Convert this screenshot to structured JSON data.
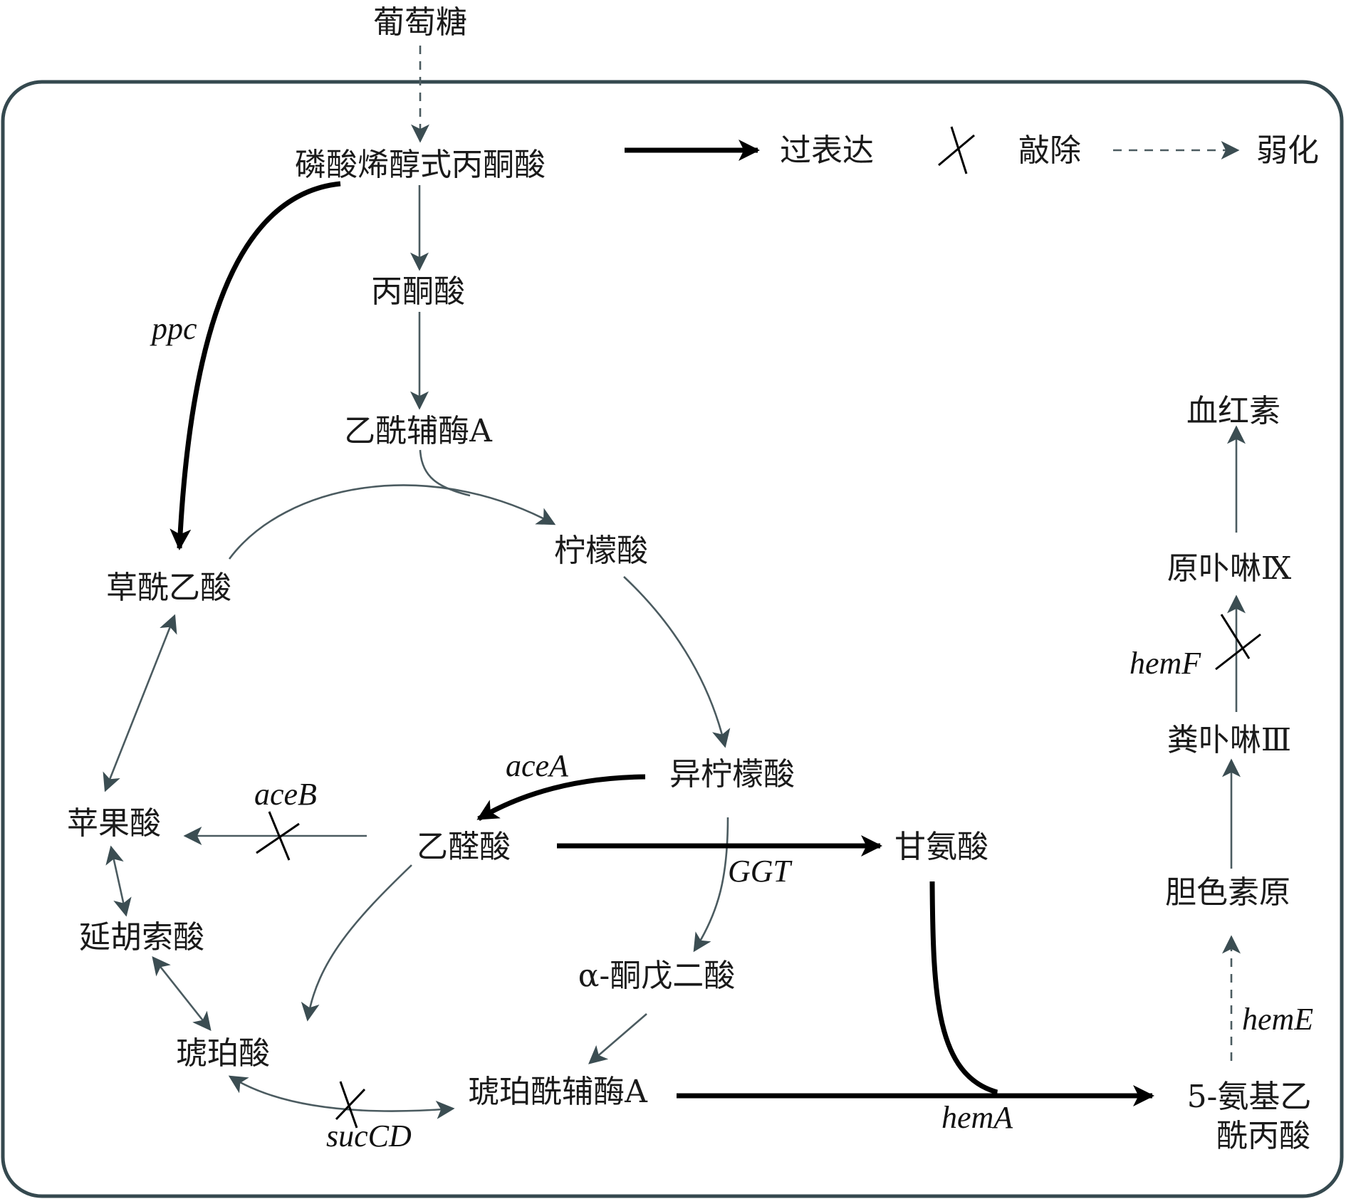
{
  "diagram": {
    "outside": {
      "glucose": "葡萄糖"
    },
    "legend": {
      "overexpression": "过表达",
      "knockout": "敲除",
      "attenuation": "弱化"
    },
    "metabolites": {
      "pep": "磷酸烯醇式丙酮酸",
      "pyruvate": "丙酮酸",
      "acetyl_coa": "乙酰辅酶A",
      "citrate": "柠檬酸",
      "oxaloacetate": "草酰乙酸",
      "isocitrate": "异柠檬酸",
      "malate": "苹果酸",
      "glyoxylate": "乙醛酸",
      "glycine": "甘氨酸",
      "fumarate": "延胡索酸",
      "akg": "α-酮戊二酸",
      "succinate": "琥珀酸",
      "succinyl_coa": "琥珀酰辅酶A",
      "ala_line1": "5-氨基乙",
      "ala_line2": "酰丙酸",
      "heme": "血红素",
      "protoporphyrin": "原卟啉Ⅸ",
      "coproporphyrin": "粪卟啉Ⅲ",
      "porphobilinogen": "胆色素原"
    },
    "genes": {
      "ppc": "ppc",
      "aceA": "aceA",
      "aceB": "aceB",
      "GGT": "GGT",
      "sucCD": "sucCD",
      "hemA": "hemA",
      "hemE": "hemE",
      "hemF": "hemF"
    },
    "edges": [
      {
        "from": "glucose",
        "to": "pep",
        "type": "attenuated"
      },
      {
        "from": "pep",
        "to": "pyruvate",
        "type": "normal"
      },
      {
        "from": "pyruvate",
        "to": "acetyl_coa",
        "type": "normal"
      },
      {
        "from": "pep",
        "to": "oxaloacetate",
        "type": "overexpressed",
        "gene": "ppc"
      },
      {
        "from": "acetyl_coa",
        "to": "citrate",
        "type": "normal"
      },
      {
        "from": "oxaloacetate",
        "to": "citrate",
        "type": "normal"
      },
      {
        "from": "citrate",
        "to": "isocitrate",
        "type": "normal"
      },
      {
        "from": "isocitrate",
        "to": "glyoxylate",
        "type": "overexpressed",
        "gene": "aceA"
      },
      {
        "from": "isocitrate",
        "to": "akg",
        "type": "normal"
      },
      {
        "from": "glyoxylate",
        "to": "malate",
        "type": "knockout",
        "gene": "aceB"
      },
      {
        "from": "glyoxylate",
        "to": "glycine",
        "type": "overexpressed",
        "gene": "GGT"
      },
      {
        "from": "glyoxylate",
        "to": "succinate",
        "type": "normal"
      },
      {
        "from": "akg",
        "to": "succinyl_coa",
        "type": "normal"
      },
      {
        "from": "succinate",
        "to": "succinyl_coa",
        "type": "knockout",
        "gene": "sucCD",
        "bidirectional": true
      },
      {
        "from": "malate",
        "to": "oxaloacetate",
        "type": "normal",
        "bidirectional": true
      },
      {
        "from": "malate",
        "to": "fumarate",
        "type": "normal",
        "bidirectional": true
      },
      {
        "from": "fumarate",
        "to": "succinate",
        "type": "normal",
        "bidirectional": true
      },
      {
        "from": "succinyl_coa",
        "to": "ala",
        "type": "overexpressed",
        "gene": "hemA"
      },
      {
        "from": "glycine",
        "to": "ala",
        "type": "overexpressed",
        "gene": "hemA"
      },
      {
        "from": "ala",
        "to": "porphobilinogen",
        "type": "attenuated",
        "gene": "hemE"
      },
      {
        "from": "porphobilinogen",
        "to": "coproporphyrin",
        "type": "normal"
      },
      {
        "from": "coproporphyrin",
        "to": "protoporphyrin",
        "type": "knockout",
        "gene": "hemF"
      },
      {
        "from": "protoporphyrin",
        "to": "heme",
        "type": "normal"
      }
    ],
    "colors": {
      "frame": "#35494f",
      "normal_arrow": "#4b5b60",
      "overexpression_arrow": "#000000",
      "text": "#1a1a1a"
    }
  }
}
